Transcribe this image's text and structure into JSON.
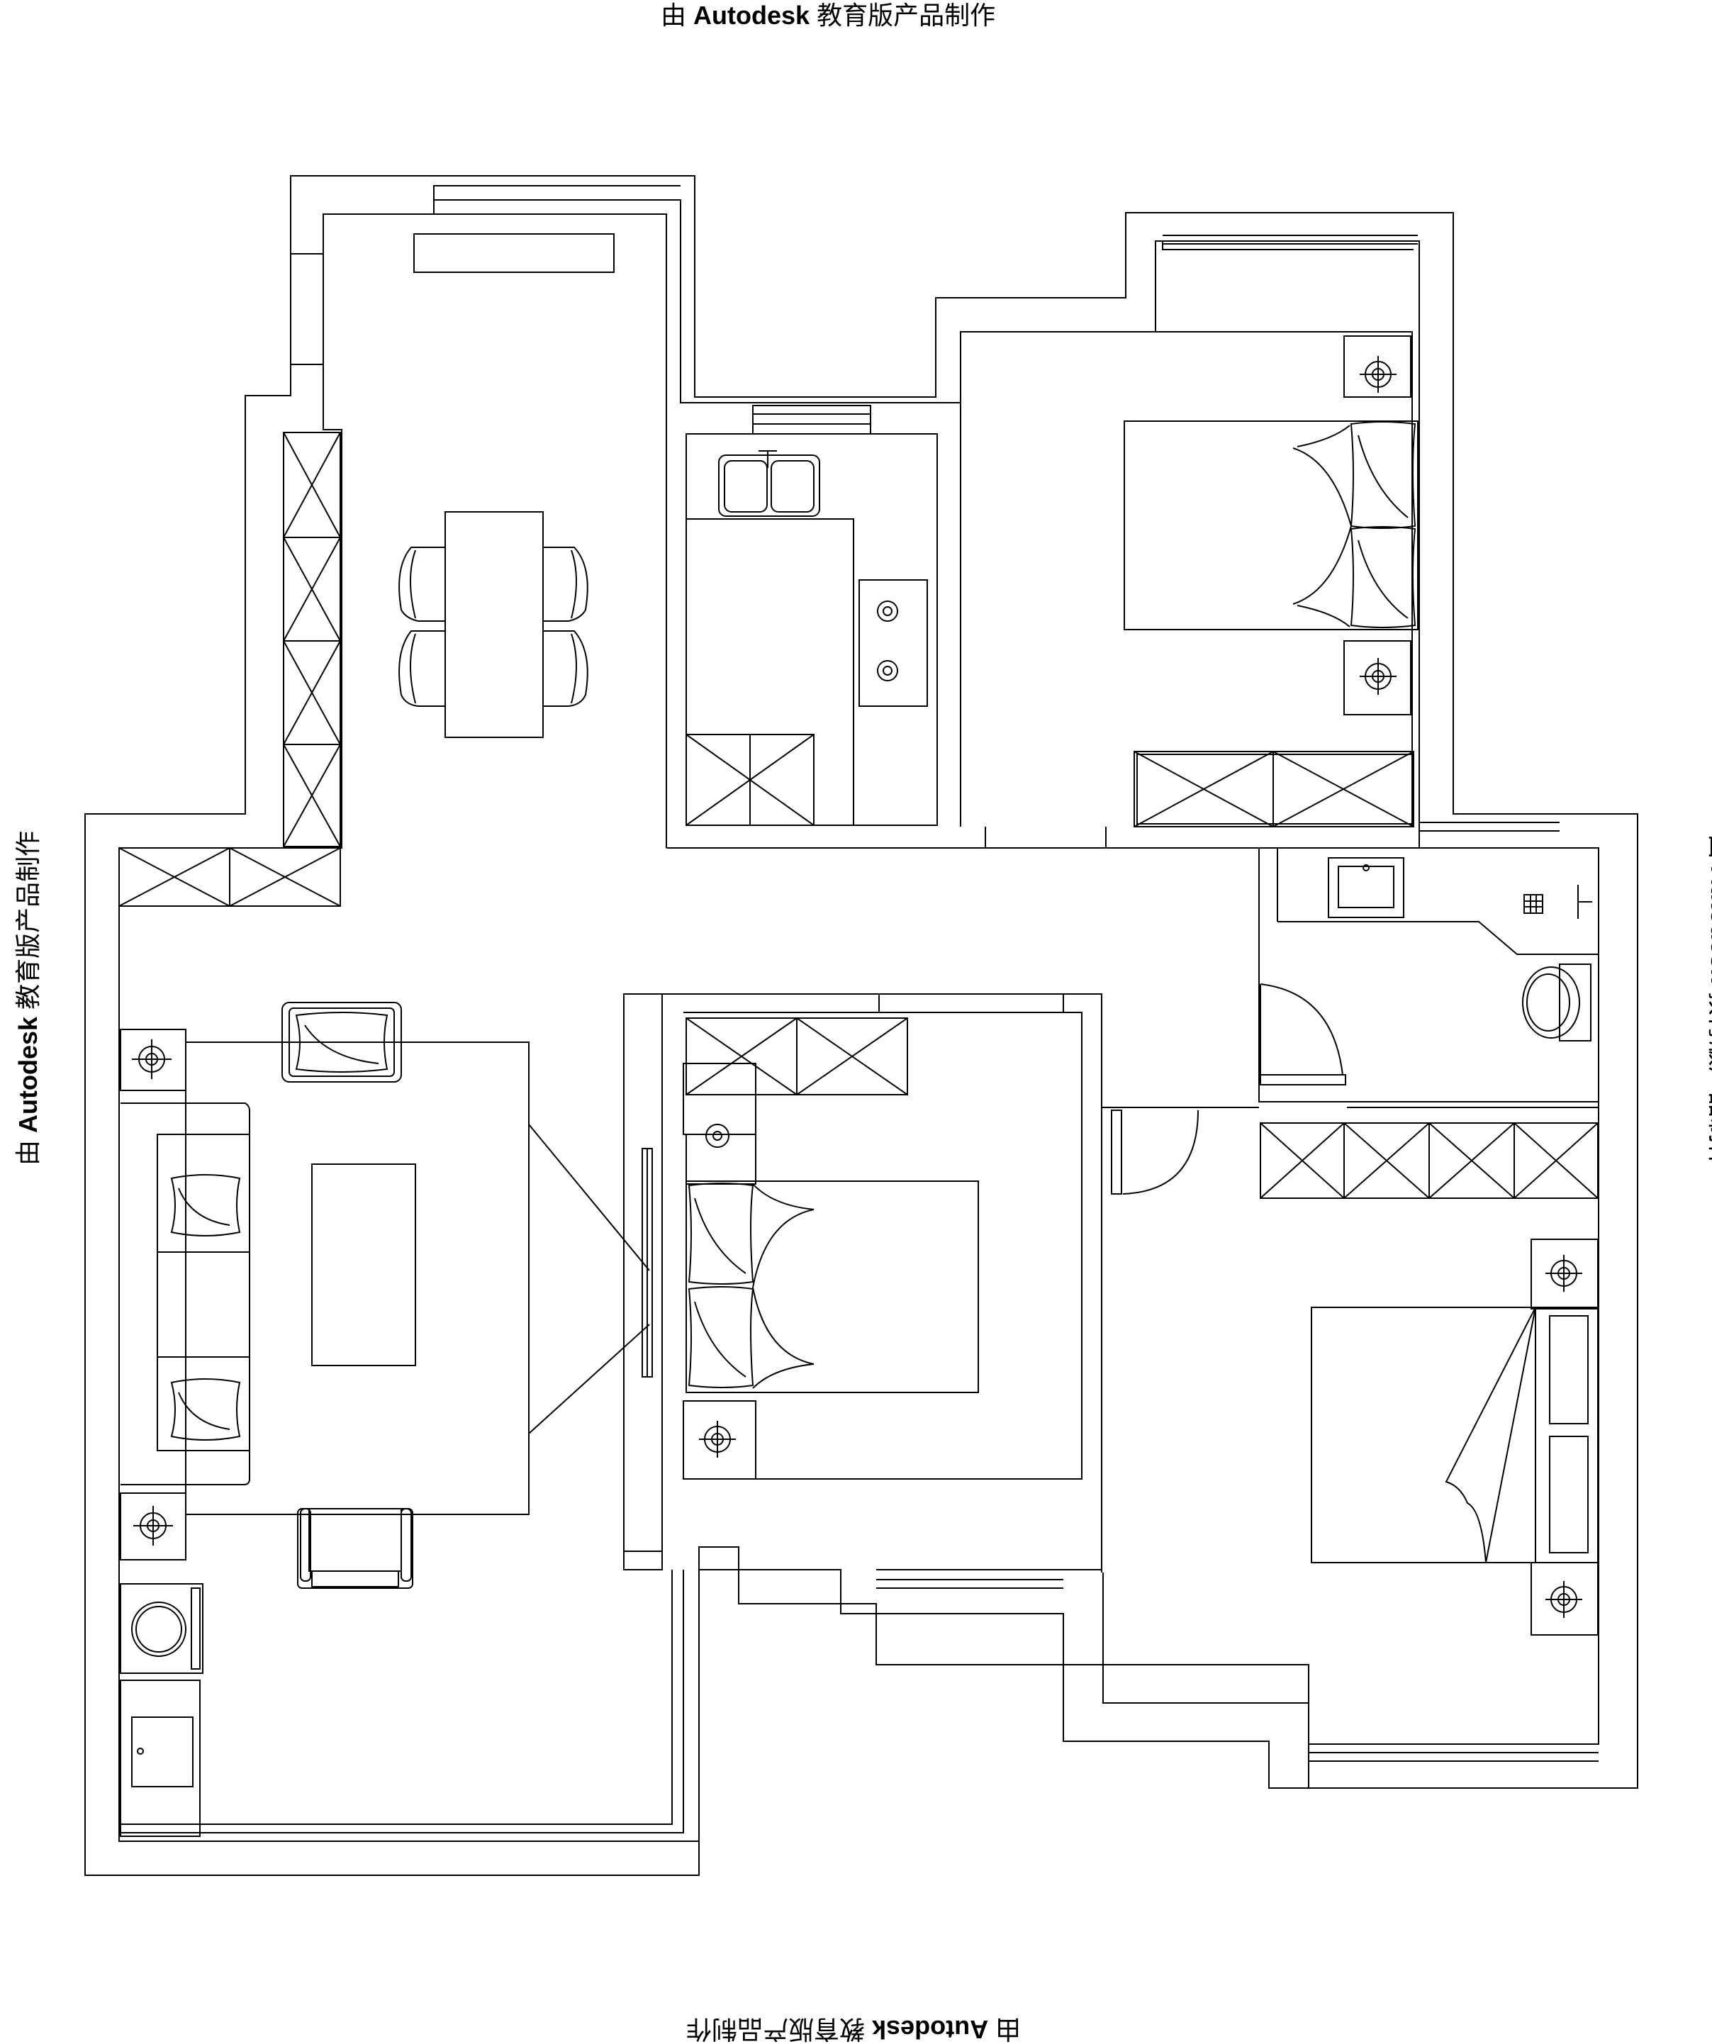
{
  "watermark": {
    "prefix": "由",
    "brand": "Autodesk",
    "suffix": "教育版产品制作"
  },
  "colors": {
    "background": "#ffffff",
    "line": "#000000"
  },
  "fixtures": [
    "kitchen-sink",
    "gas-stove",
    "dining-table",
    "dining-chair",
    "double-bed",
    "nightstand-lamp",
    "wardrobe",
    "sofa",
    "armchair",
    "coffee-table",
    "toilet",
    "wash-basin",
    "floor-drain",
    "washing-machine",
    "sliding-door",
    "swing-door",
    "window"
  ]
}
